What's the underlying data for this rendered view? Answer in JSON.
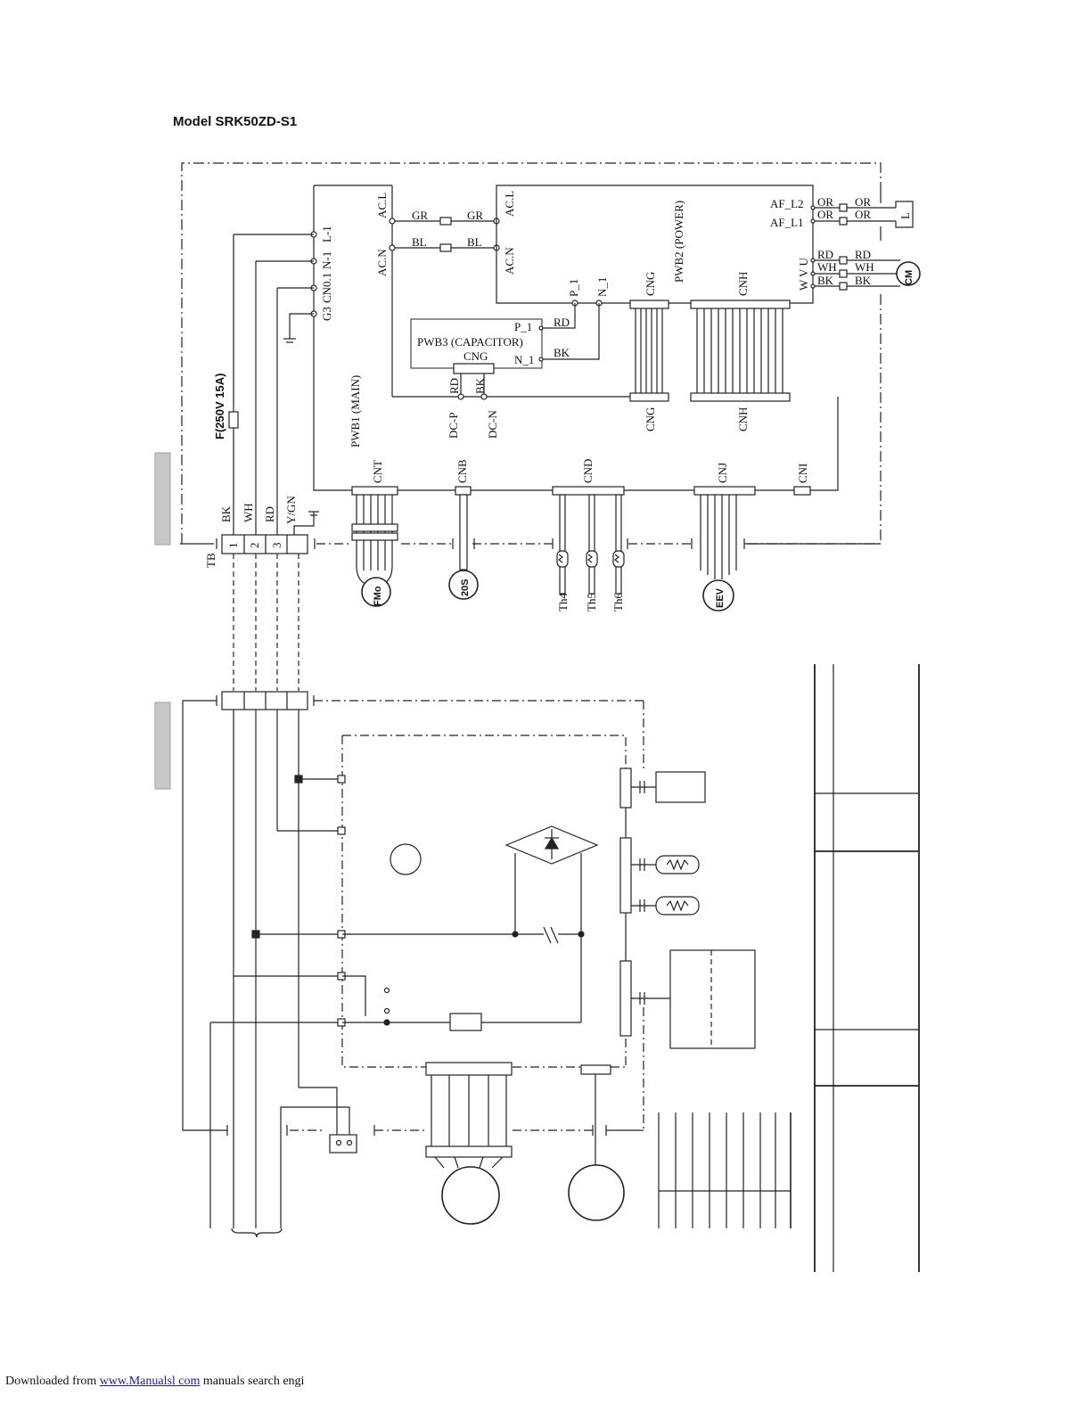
{
  "title": "Model  SRK50ZD-S1",
  "footer": {
    "prefix": "Downloaded from ",
    "link": "www.Manualsl    com",
    "suffix": "  manuals search engi"
  },
  "labels": {
    "acl_main": "AC.L",
    "acn_main": "AC.N",
    "acl_power": "AC.L",
    "acn_power": "AC.N",
    "gr1": "GR",
    "gr2": "GR",
    "bl1": "BL",
    "bl2": "BL",
    "l1": "L-1",
    "n1": "N-1",
    "cn01": "CN0.1",
    "g3": "G3",
    "pwb2": "PWB2 (POWER)",
    "pwb3": "PWB3 (CAPACITOR)",
    "pwb1": "PWB1 (MAIN)",
    "p1a": "P_1",
    "n1a": "N_1",
    "p1b": "P_1",
    "n1b": "N_1",
    "cng_pwb3": "CNG",
    "rd_pwb3": "RD",
    "bk_pwb3": "BK",
    "rd_dc": "RD",
    "bk_dc": "BK",
    "dcp": "DC-P",
    "dcn": "DC-N",
    "cng_top": "CNG",
    "cnh_top": "CNH",
    "cng_bot": "CNG",
    "cnh_bot": "CNH",
    "af_l2": "AF_L2",
    "af_l1": "AF_L1",
    "or1": "OR",
    "or2": "OR",
    "or3": "OR",
    "or4": "OR",
    "l_box": "L",
    "wvu": "W V U",
    "rd1": "RD",
    "wh1": "WH",
    "bk1": "BK",
    "rd2": "RD",
    "wh2": "WH",
    "bk2": "BK",
    "cm": "CM",
    "fuse": "F(250V 15A)",
    "cnt": "CNT",
    "cnb": "CNB",
    "cnd": "CND",
    "cnj": "CNJ",
    "cni": "CNI",
    "bk_w": "BK",
    "wh_w": "WH",
    "rd_w": "RD",
    "ygn_w": "Y/GN",
    "tb": "TB",
    "tb1": "1",
    "tb2": "2",
    "tb3": "3",
    "fmo": "FMo",
    "s20": "20S",
    "eev": "EEV",
    "th4": "Th4",
    "th5": "Th5",
    "th6": "Th6"
  }
}
